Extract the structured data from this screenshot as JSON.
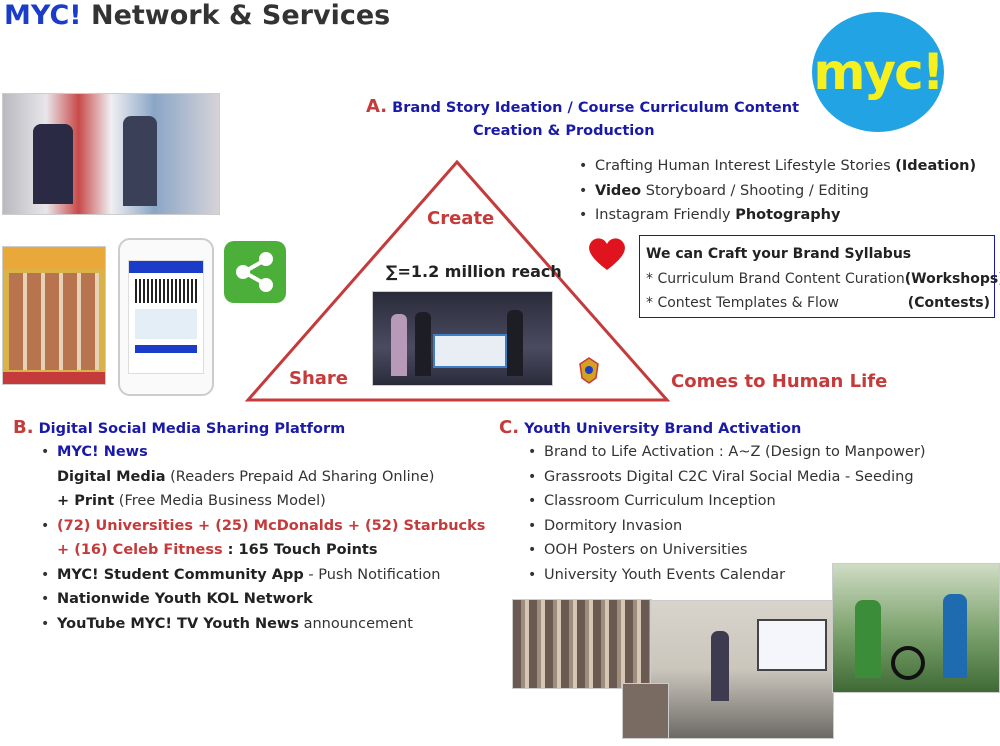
{
  "header": {
    "brand": "MYC!",
    "title_rest": " Network & Services"
  },
  "logo": {
    "text": "myc!"
  },
  "triangle": {
    "top_label": "Create",
    "left_label": "Share",
    "right_label": "Comes to Human Life",
    "reach": "∑=1.2 million reach"
  },
  "section_a": {
    "letter": "A.",
    "heading_line1": "Brand Story Ideation / Course Curriculum Content",
    "heading_line2": "Creation & Production",
    "items": [
      {
        "pre": "Crafting Human Interest Lifestyle Stories ",
        "bold": "(Ideation)",
        "post": ""
      },
      {
        "pre": "",
        "bold": "Video",
        "post": " Storyboard / Shooting / Editing"
      },
      {
        "pre": "Instagram Friendly ",
        "bold": "Photography",
        "post": ""
      }
    ]
  },
  "syllabus": {
    "heading": "We can Craft your Brand Syllabus",
    "rows": [
      {
        "label": "* Curriculum Brand Content Curation",
        "tag": "(Workshops)"
      },
      {
        "label": "* Contest Templates & Flow",
        "tag": "(Contests)"
      }
    ]
  },
  "section_b": {
    "letter": "B.",
    "heading": "Digital Social Media Sharing Platform",
    "news": "MYC! News",
    "digital_media_bold": "Digital Media",
    "digital_media_rest": " (Readers Prepaid Ad Sharing Online)",
    "print_bold": "+ Print",
    "print_rest": " (Free Media Business Model)",
    "touch_line1": "(72) Universities + (25) McDonalds + (52) Starbucks",
    "touch_line2_red": "+ (16) Celeb Fitness",
    "touch_line2_bold": " : 165 Touch Points",
    "app_bold": "MYC! Student Community App",
    "app_rest": " - Push Notification",
    "kol": "Nationwide Youth KOL Network",
    "yt_bold": "YouTube MYC! TV Youth News",
    "yt_rest": " announcement"
  },
  "section_c": {
    "letter": "C.",
    "heading": "Youth University Brand Activation",
    "items": [
      "Brand to Life Activation : A~Z (Design to Manpower)",
      "Grassroots Digital C2C Viral Social Media - Seeding",
      "Classroom Curriculum Inception",
      "Dormitory Invasion",
      "OOH Posters on Universities",
      "University Youth Events Calendar"
    ]
  },
  "icons": [
    "share-icon",
    "heart-icon",
    "government-crest-icon"
  ],
  "colors": {
    "brand_blue": "#1a3cc9",
    "accent_red": "#c53a3a",
    "logo_bg": "#22a3e4",
    "logo_fg": "#f5f01e",
    "share_green": "#4caf3a"
  }
}
